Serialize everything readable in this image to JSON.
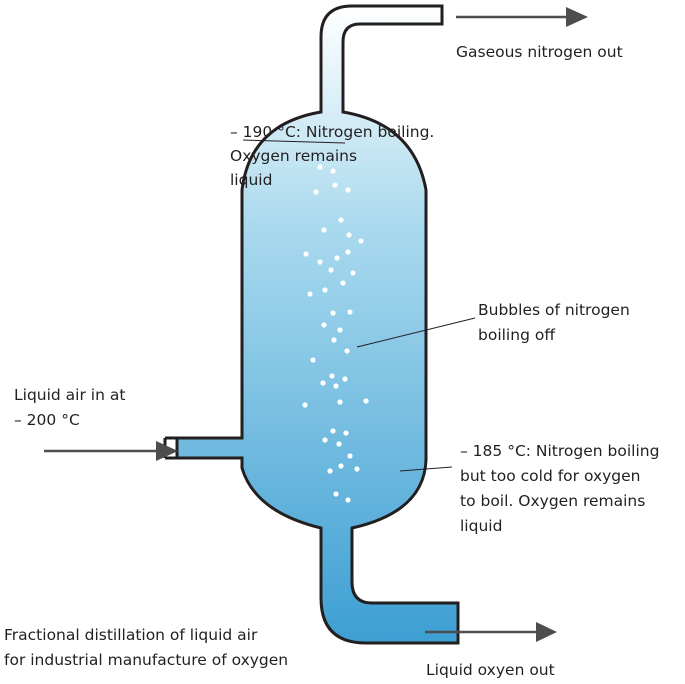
{
  "labels": {
    "gaseous_out": "Gaseous nitrogen out",
    "top_temp": [
      "– 190 °C: Nitrogen boiling.",
      "Oxygen remains",
      "liquid"
    ],
    "bubbles": [
      "Bubbles of nitrogen",
      "boiling off"
    ],
    "liquid_air_in": [
      "Liquid air in at",
      "– 200 °C"
    ],
    "bottom_temp": [
      "– 185 °C: Nitrogen boiling",
      "but too cold for oxygen",
      "to boil. Oxygen remains",
      "liquid"
    ],
    "caption": [
      "Fractional distillation of liquid air",
      "for industrial manufacture of oxygen"
    ],
    "liquid_out": "Liquid oxyen out"
  },
  "colors": {
    "liquid_top": "#ffffff",
    "liquid_mid": "#a9d9ee",
    "liquid_bottom": "#3d9fd3",
    "outline": "#231f20",
    "bubble": "#ffffff"
  }
}
